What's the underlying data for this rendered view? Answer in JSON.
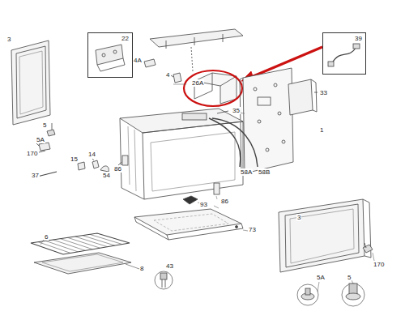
{
  "diagram": {
    "nodes": [
      {
        "text": [
          "22"
        ]
      },
      {
        "text": [
          "39"
        ]
      }
    ],
    "labels": [
      "3",
      "4A",
      "26A",
      "4",
      "35",
      "33",
      "1",
      "5",
      "5A",
      "170",
      "14",
      "15",
      "54",
      "86",
      "37",
      "58A",
      "58B",
      "86",
      "93",
      "73",
      "3",
      "6",
      "8",
      "43",
      "5A",
      "5",
      "170"
    ]
  }
}
